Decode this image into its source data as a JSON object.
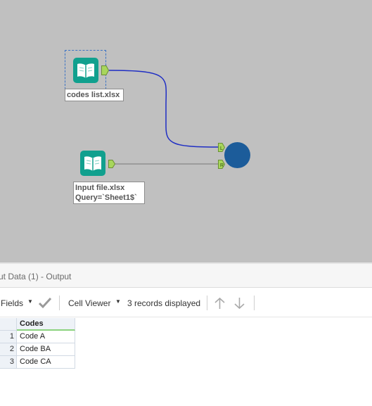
{
  "canvas": {
    "background": "#c0c0c0",
    "tools": [
      {
        "name": "input-tool-codes",
        "icon": "book-icon",
        "label": "codes list.xlsx",
        "selected": true
      },
      {
        "name": "input-tool-input",
        "icon": "book-icon",
        "label_line1": "Input file.xlsx",
        "label_line2": "Query=`Sheet1$`",
        "selected": false
      }
    ],
    "browse_tool": {
      "icon": "browse-circle-icon",
      "color": "#1c5c9a"
    },
    "connection_colors": {
      "selected": "#1f2ec4",
      "normal": "#8f8f8f"
    },
    "anchor_labels": {
      "top": "L",
      "bottom": "R"
    },
    "tool_color": "#11a08e"
  },
  "results": {
    "title": "ut Data (1) - Output",
    "toolbar": {
      "fields_label": "Fields",
      "cell_viewer_label": "Cell Viewer",
      "records_label": "3 records displayed"
    },
    "grid": {
      "columns": [
        "Codes"
      ],
      "rows": [
        {
          "num": "1",
          "values": [
            "Code A"
          ]
        },
        {
          "num": "2",
          "values": [
            "Code BA"
          ]
        },
        {
          "num": "3",
          "values": [
            "Code CA"
          ]
        }
      ]
    }
  }
}
